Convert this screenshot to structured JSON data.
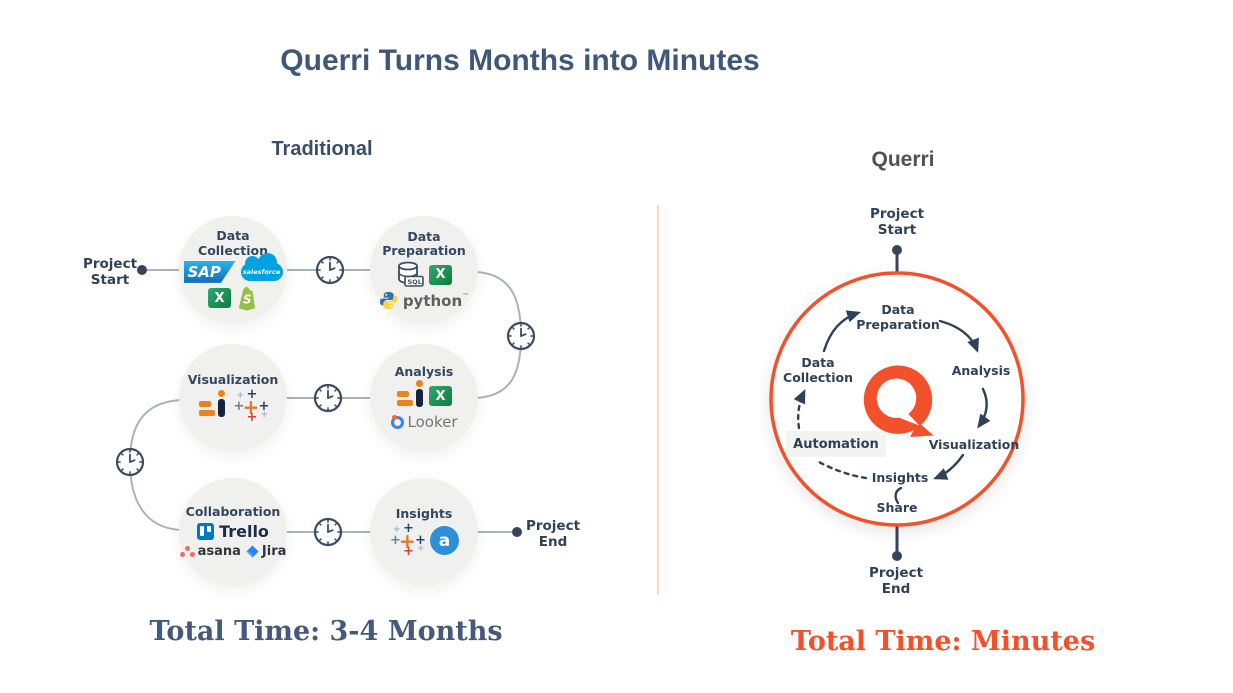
{
  "title": "Querri Turns Months into Minutes",
  "left": {
    "heading": "Traditional",
    "project_start": "Project Start",
    "project_end": "Project End",
    "total_time": "Total Time: 3-4 Months",
    "steps": [
      {
        "label": "Data Collection",
        "tools": [
          "SAP",
          "Salesforce",
          "Excel",
          "Shopify"
        ]
      },
      {
        "label": "Data Preparation",
        "tools": [
          "SQL Database",
          "Excel",
          "Python"
        ]
      },
      {
        "label": "Visualization",
        "tools": [
          "Power BI",
          "Tableau"
        ]
      },
      {
        "label": "Analysis",
        "tools": [
          "Power BI",
          "Excel",
          "Looker"
        ]
      },
      {
        "label": "Collaboration",
        "tools": [
          "Trello",
          "Asana",
          "Jira"
        ]
      },
      {
        "label": "Insights",
        "tools": [
          "Tableau",
          "Amplitude"
        ]
      }
    ]
  },
  "right": {
    "heading": "Querri",
    "project_start": "Project Start",
    "project_end": "Project End",
    "total_time": "Total Time: Minutes",
    "cycle": [
      "Data Preparation",
      "Analysis",
      "Visualization",
      "Insights",
      "Share",
      "Automation",
      "Data Collection"
    ]
  },
  "logos": {
    "sap": "SAP",
    "salesforce": "salesforce",
    "excel_letter": "X",
    "shopify_letter": "S",
    "sql": "SQL",
    "python": "python",
    "python_tm": "™",
    "tableau_plus": "+",
    "looker": "Looker",
    "trello": "Trello",
    "asana": "asana",
    "jira": "Jira",
    "amplitude_letter": "a"
  },
  "colors": {
    "querri_orange": "#f2512b",
    "navy": "#2e4157",
    "title_blue": "#3f5878",
    "total_left_blue": "#44597c"
  }
}
